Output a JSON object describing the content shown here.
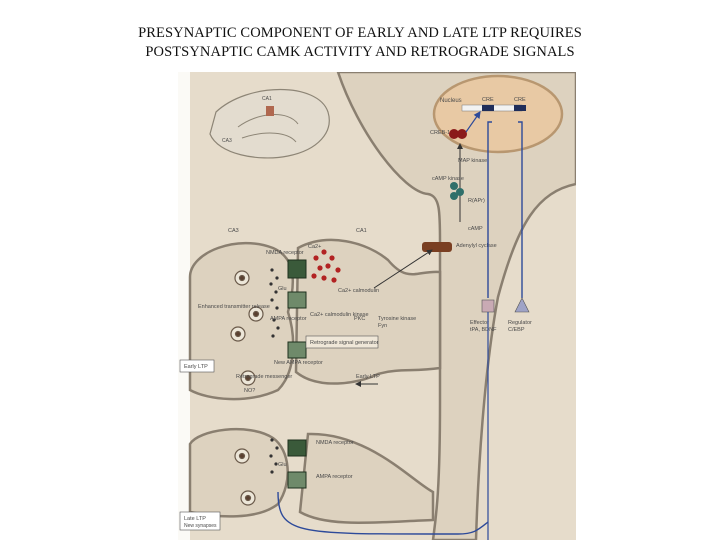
{
  "title": {
    "line1": "PRESYNAPTIC COMPONENT OF EARLY AND LATE LTP REQUIRES",
    "line2": "POSTSYNAPTIC CAMK ACTIVITY AND RETROGRADE SIGNALS"
  },
  "figure": {
    "brain": {
      "ca1": "CA1",
      "ca3": "CA3"
    },
    "nucleus": {
      "label": "Nucleus",
      "cre1": "CRE",
      "cre2": "CRE",
      "creb": "CREB-1"
    },
    "kinases": {
      "map_kinase": "MAP kinase",
      "pka": "cAMP kinase",
      "r_subunit": "R(APr)",
      "camp": "cAMP",
      "adenylyl_cyclase": "Adenylyl cyclase"
    },
    "region_labels": {
      "ca3": "CA3",
      "ca1": "CA1"
    },
    "synapse": {
      "nmda_receptor": "NMDA receptor",
      "ca": "Ca2+",
      "ca_calmodulin": "Ca2+ calmodulin",
      "glu": "Glu",
      "enhanced_release": "Enhanced transmitter release",
      "ampa_receptor": "AMPA receptor",
      "camkii": "Ca2+ calmodulin kinase",
      "pkc": "PKC",
      "tyrosine_kinase": "Tyrosine kinase",
      "tyrosine_kinase_sub": "Fyn",
      "retrograde_generator": "Retrograde signal generator",
      "new_ampa": "New AMPA receptor",
      "early_ltp_box": "Early LTP",
      "retrograde_messenger": "Retrograde messenger",
      "no": "NO?",
      "early_ltp_arrow": "Early LTP"
    },
    "effectors": {
      "effector_label": "Effector",
      "effector_sub": "tPA, BDNF",
      "regulator_label": "Regulator",
      "regulator_sub": "C/EBP"
    },
    "lower_synapse": {
      "glu": "Glu",
      "nmda_receptor": "NMDA receptor",
      "ampa_receptor": "AMPA receptor",
      "late_ltp_box": "Late LTP",
      "late_ltp_sub": "New synapses"
    }
  }
}
